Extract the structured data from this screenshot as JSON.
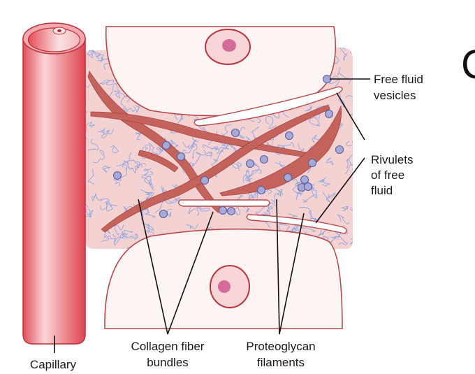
{
  "panel_letter": "C",
  "labels": {
    "free_fluid_vesicles": [
      "Free fluid",
      "vesicles"
    ],
    "rivulets": [
      "Rivulets",
      "of free",
      "fluid"
    ],
    "collagen": [
      "Collagen fiber",
      "bundles"
    ],
    "proteoglycan": [
      "Proteoglycan",
      "filaments"
    ],
    "capillary": [
      "Capillary"
    ]
  },
  "colors": {
    "matrix": "#f5d2d2",
    "capillary": "#e8636b",
    "collagen": "#c4625c",
    "filament": "#8fa6e0",
    "vesicle": "#a7a9d6"
  }
}
